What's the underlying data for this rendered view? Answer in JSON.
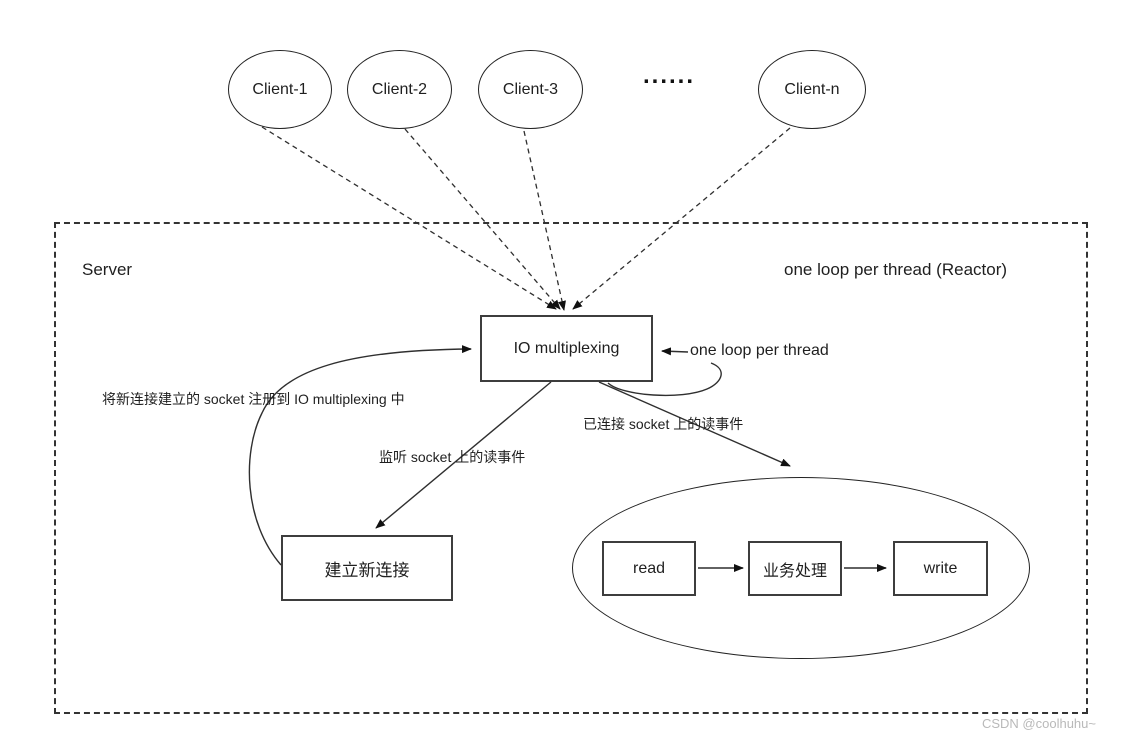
{
  "diagram": {
    "clients": [
      {
        "label": "Client-1"
      },
      {
        "label": "Client-2"
      },
      {
        "label": "Client-3"
      },
      {
        "label": "Client-n"
      }
    ],
    "clients_ellipsis": "......",
    "server_label": "Server",
    "pattern_label": "one loop per thread (Reactor)",
    "nodes": {
      "io_multiplexing": "IO multiplexing",
      "new_connection": "建立新连接",
      "read": "read",
      "business": "业务处理",
      "write": "write"
    },
    "edge_labels": {
      "register": "将新连接建立的 socket 注册到 IO multiplexing 中",
      "listen": "监听 socket 上的读事件",
      "connected_read": "已连接 socket 上的读事件",
      "event_loop": "one loop per thread"
    }
  },
  "watermark": "CSDN @coolhuhu~",
  "colors": {
    "stroke": "#2f2f2f",
    "box_border": "#3d3d3d",
    "text": "#1f1f1f",
    "watermark": "#b9b9b9",
    "background": "#ffffff"
  }
}
